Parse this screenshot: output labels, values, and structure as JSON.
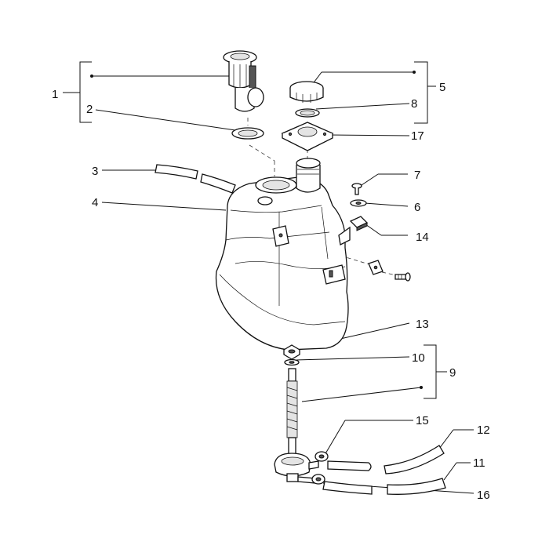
{
  "diagram": {
    "labels": [
      {
        "key": "1",
        "text": "1"
      },
      {
        "key": "2",
        "text": "2"
      },
      {
        "key": "3",
        "text": "3"
      },
      {
        "key": "4",
        "text": "4"
      },
      {
        "key": "5",
        "text": "5"
      },
      {
        "key": "6",
        "text": "6"
      },
      {
        "key": "7",
        "text": "7"
      },
      {
        "key": "8",
        "text": "8"
      },
      {
        "key": "9",
        "text": "9"
      },
      {
        "key": "10",
        "text": "10"
      },
      {
        "key": "11",
        "text": "11"
      },
      {
        "key": "12",
        "text": "12"
      },
      {
        "key": "13",
        "text": "13"
      },
      {
        "key": "14",
        "text": "14"
      },
      {
        "key": "15",
        "text": "15"
      },
      {
        "key": "16",
        "text": "16"
      },
      {
        "key": "17",
        "text": "17"
      }
    ]
  }
}
